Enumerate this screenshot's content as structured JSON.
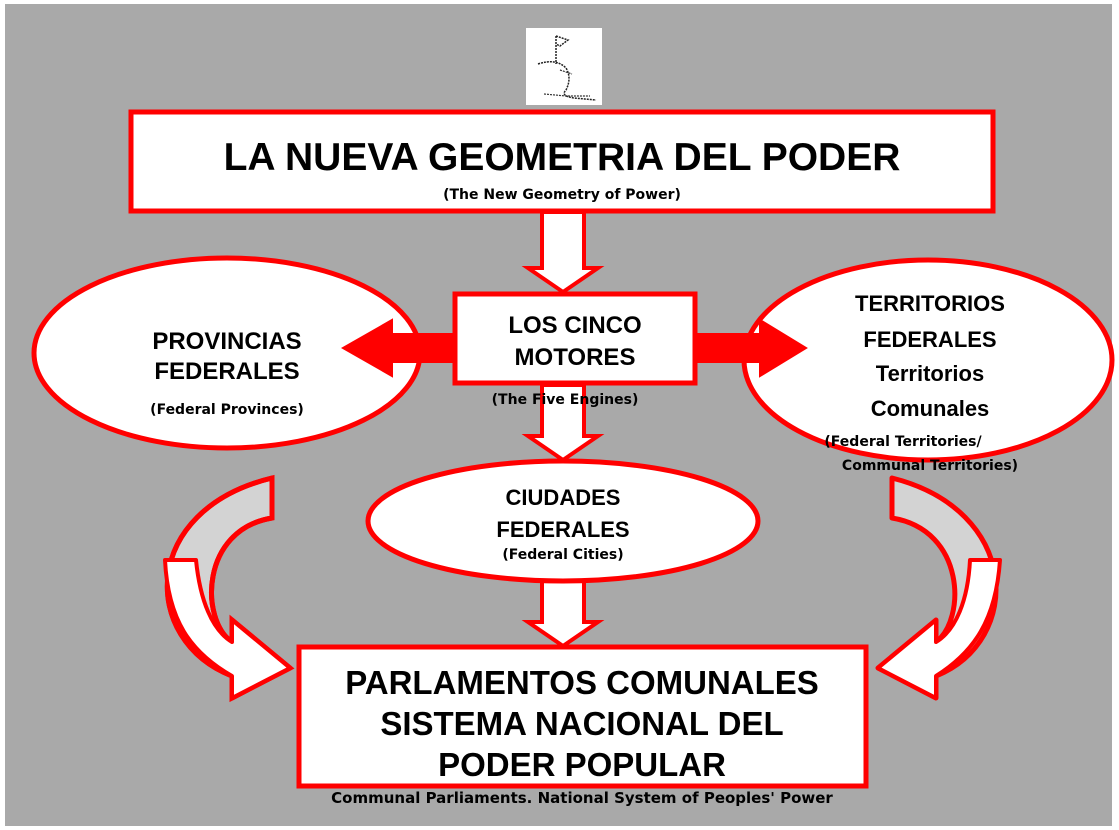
{
  "colors": {
    "background": "#a9a9a9",
    "stroke": "#ff0000",
    "arrow_fill_red": "#ff0000",
    "box_fill": "#ffffff",
    "curved_arrow_fill": "#d3d3d3"
  },
  "logo": {
    "icon": "hand-drawn-figure-icon"
  },
  "title": {
    "main": "LA NUEVA GEOMETRIA DEL PODER",
    "subtitle": "(The New Geometry of Power)"
  },
  "center": {
    "line1": "LOS CINCO",
    "line2": "MOTORES",
    "subtitle": "(The Five Engines)"
  },
  "left_ellipse": {
    "line1": "PROVINCIAS",
    "line2": "FEDERALES",
    "subtitle": "(Federal Provinces)"
  },
  "right_ellipse": {
    "line1": "TERRITORIOS",
    "line2": "FEDERALES",
    "line3": "Territorios",
    "line4": "Comunales",
    "subtitle1": "(Federal Territories/",
    "subtitle2": "Communal Territories)"
  },
  "middle_ellipse": {
    "line1": "CIUDADES",
    "line2": "FEDERALES",
    "subtitle": "(Federal Cities)"
  },
  "bottom": {
    "line1": "PARLAMENTOS COMUNALES",
    "line2": "SISTEMA NACIONAL DEL",
    "line3": "PODER POPULAR",
    "subtitle": "Communal Parliaments. National System of Peoples' Power"
  }
}
